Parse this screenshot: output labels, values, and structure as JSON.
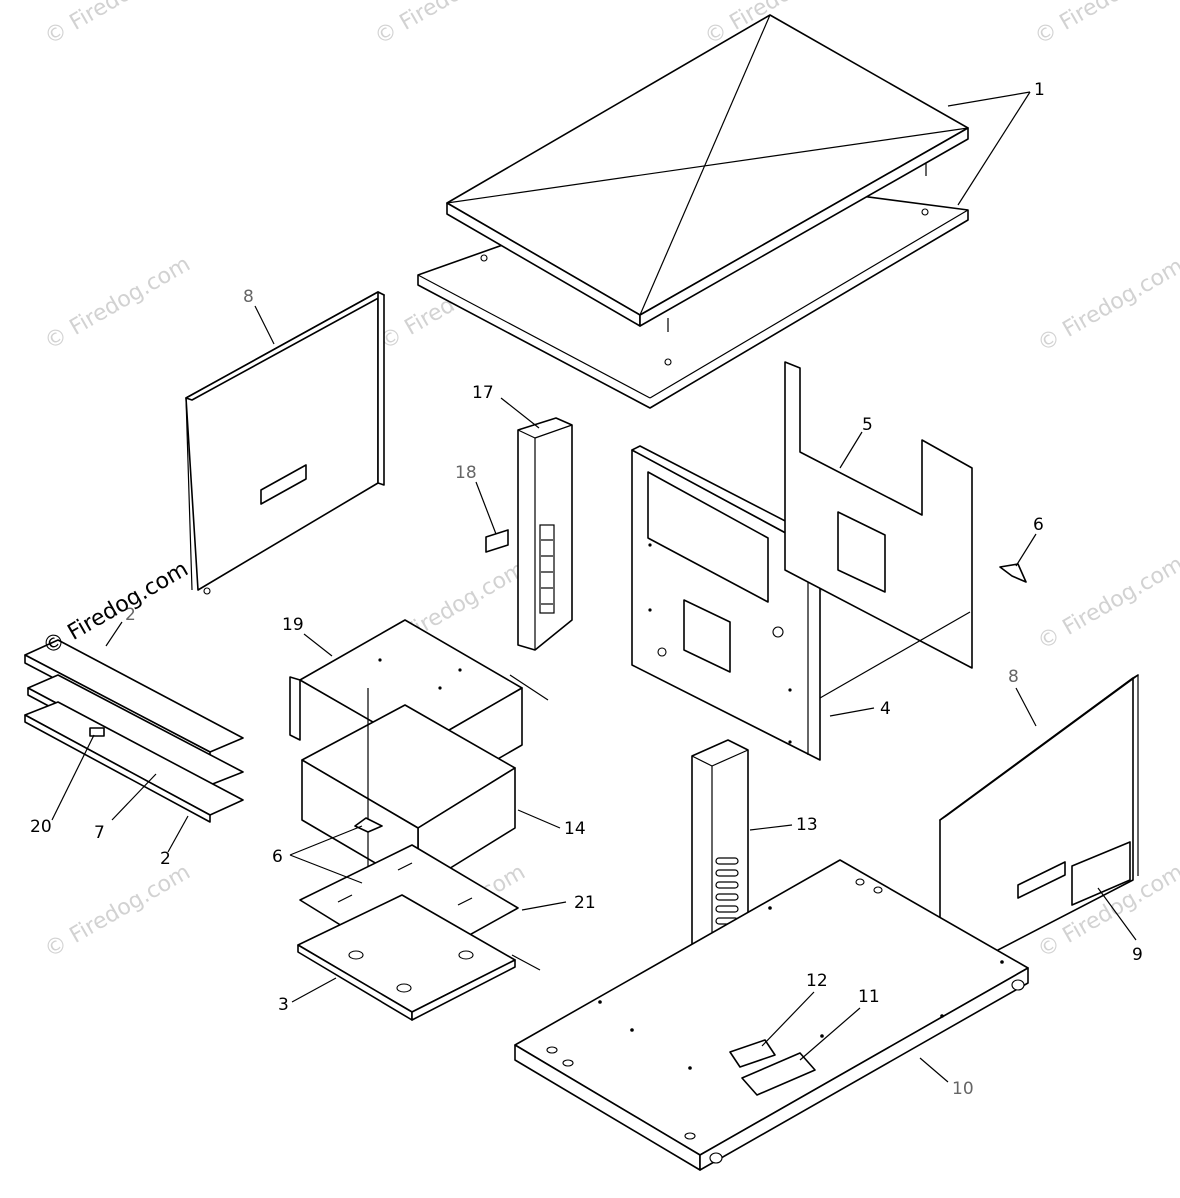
{
  "diagram": {
    "callouts": {
      "c1": "1",
      "c2a": "2",
      "c2b": "2",
      "c3": "3",
      "c4": "4",
      "c5": "5",
      "c6a": "6",
      "c6b": "6",
      "c7": "7",
      "c8a": "8",
      "c8b": "8",
      "c9": "9",
      "c10": "10",
      "c11": "11",
      "c12": "12",
      "c13": "13",
      "c14": "14",
      "c17": "17",
      "c18": "18",
      "c19": "19",
      "c20": "20",
      "c21": "21"
    },
    "watermark": {
      "brand": "© Firedog.com",
      "brand_alt": "Firedog.com"
    }
  }
}
